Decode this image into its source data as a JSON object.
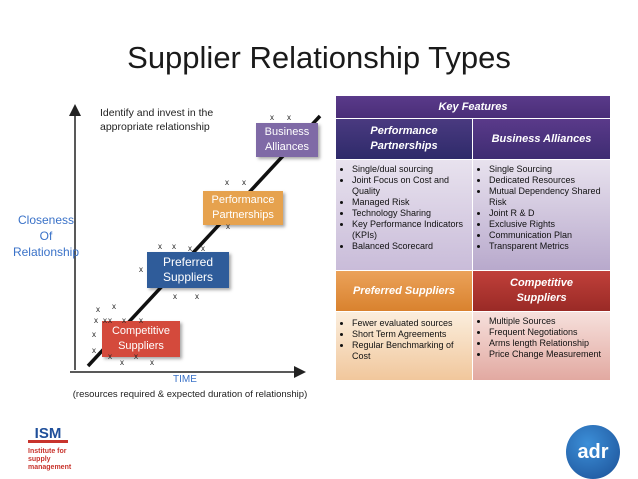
{
  "title": "Supplier Relationship Types",
  "annotation": {
    "identify_line1": "Identify and invest in the",
    "identify_line2": "appropriate relationship"
  },
  "axes": {
    "y_label_line1": "Closeness",
    "y_label_line2": "Of",
    "y_label_line3": "Relationship",
    "x_label": "TIME",
    "x_sublabel": "(resources required & expected duration of relationship)"
  },
  "stages": {
    "business_line1": "Business",
    "business_line2": "Alliances",
    "performance_line1": "Performance",
    "performance_line2": "Partnerships",
    "preferred_line1": "Preferred",
    "preferred_line2": "Suppliers",
    "competitive_line1": "Competitive",
    "competitive_line2": "Suppliers"
  },
  "marker": "x",
  "key_features": {
    "header": "Key Features",
    "performance": {
      "heading_line1": "Performance",
      "heading_line2": "Partnerships",
      "items": [
        "Single/dual sourcing",
        "Joint Focus on Cost and Quality",
        "Managed Risk",
        "Technology Sharing",
        "Key Performance Indicators (KPIs)",
        "Balanced Scorecard"
      ]
    },
    "business": {
      "heading": "Business Alliances",
      "items": [
        "Single Sourcing",
        "Dedicated Resources",
        "Mutual Dependency Shared Risk",
        "Joint R & D",
        "Exclusive Rights",
        "Communication Plan",
        "Transparent Metrics"
      ]
    },
    "preferred": {
      "heading": "Preferred Suppliers",
      "items": [
        "Fewer evaluated sources",
        "Short Term Agreements",
        "Regular Benchmarking of Cost"
      ]
    },
    "competitive": {
      "heading_line1": "Competitive",
      "heading_line2": "Suppliers",
      "items": [
        "Multiple Sources",
        "Frequent Negotiations",
        "Arms length Relationship",
        "Price Change Measurement"
      ]
    }
  },
  "logos": {
    "ism_mark": "ISM",
    "ism_text_line1": "Institute for",
    "ism_text_line2": "supply management",
    "adr": "adr"
  },
  "colors": {
    "business": "#7f6aa6",
    "performance": "#e6a24e",
    "preferred": "#2f5c9a",
    "competitive": "#d44a3c",
    "axis_label": "#3a72c8"
  }
}
